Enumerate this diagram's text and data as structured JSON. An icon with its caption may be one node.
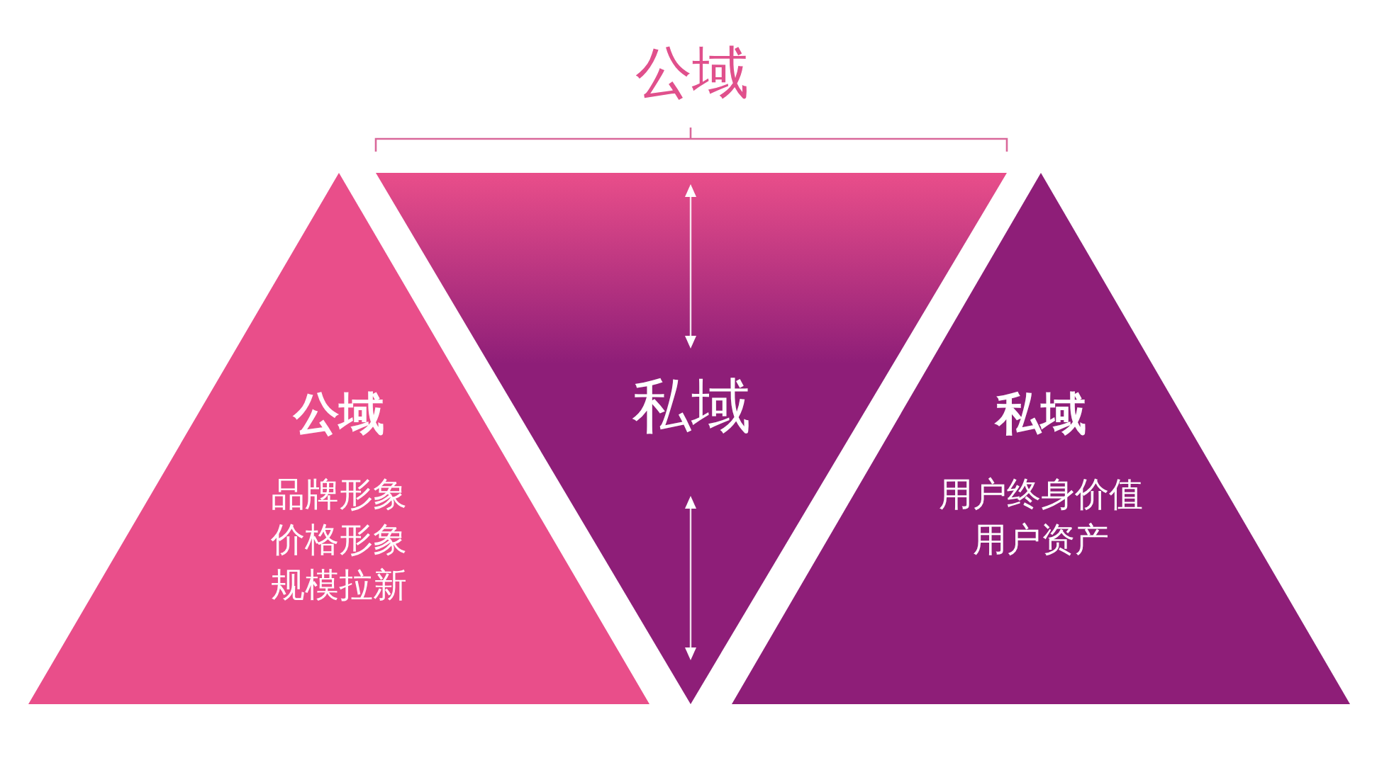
{
  "diagram": {
    "nodes": [
      {
        "text": [
          "公域",
          "品牌形象价格形象规模拉新"
        ]
      },
      {
        "text": [
          "私域"
        ]
      },
      {
        "text": [
          "私域",
          "用户终身价值用户资产"
        ]
      }
    ],
    "labels": [
      "公域"
    ]
  }
}
